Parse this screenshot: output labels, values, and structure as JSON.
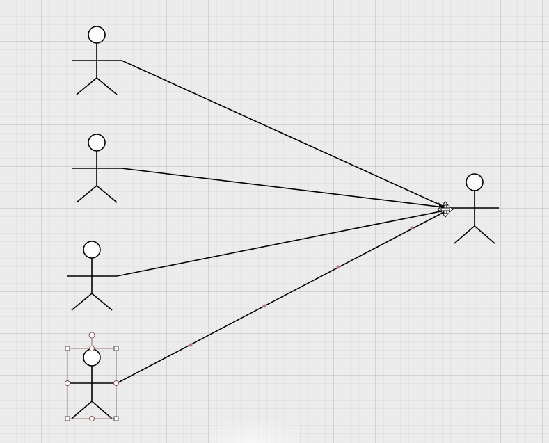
{
  "canvas": {
    "background": "#ececec",
    "grid": true,
    "grid_color": "#d4d4d4"
  },
  "diagram": {
    "type": "uml-use-case",
    "actors": [
      {
        "id": "actor-1",
        "label": ""
      },
      {
        "id": "actor-2",
        "label": ""
      },
      {
        "id": "actor-3",
        "label": ""
      },
      {
        "id": "actor-4",
        "label": "",
        "selected": true
      },
      {
        "id": "actor-target",
        "label": ""
      }
    ],
    "connections": [
      {
        "from": "actor-1",
        "to": "actor-target"
      },
      {
        "from": "actor-2",
        "to": "actor-target"
      },
      {
        "from": "actor-3",
        "to": "actor-target"
      },
      {
        "from": "actor-4",
        "to": "actor-target",
        "waypoints": 4
      }
    ],
    "cursor": "move-cursor-icon",
    "selection_color": "#a07070",
    "waypoint_color": "#c06a8a"
  }
}
